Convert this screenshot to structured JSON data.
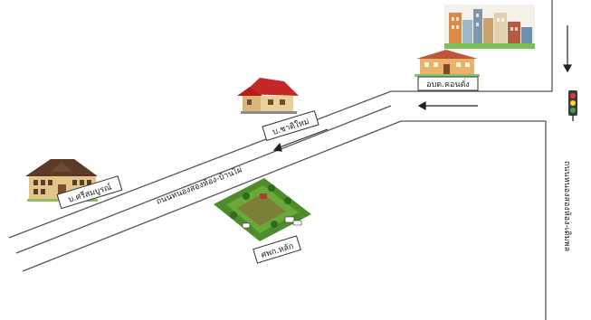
{
  "map": {
    "labels": {
      "school_top": "อบต.คอนดั่ง",
      "village_chainai": "บ.ชาติใหม่",
      "village_sriboonyong": "บ.ศรีสมบูรณ์",
      "farm": "ศพก.หลัก",
      "main_road": "ถนนหนองสองห้อง-บ้านไผ่",
      "side_road": "ถนนหนองสองห้อง-เดิมพล"
    },
    "icons": {
      "city": "city-buildings-icon",
      "office": "government-office-icon",
      "house_red": "red-roof-house-icon",
      "school": "school-building-icon",
      "farm": "farm-field-icon",
      "traffic_light": "traffic-light-icon"
    },
    "colors": {
      "road_line": "#555555",
      "roof_red": "#c62828",
      "field_green": "#4e8b2a"
    }
  }
}
